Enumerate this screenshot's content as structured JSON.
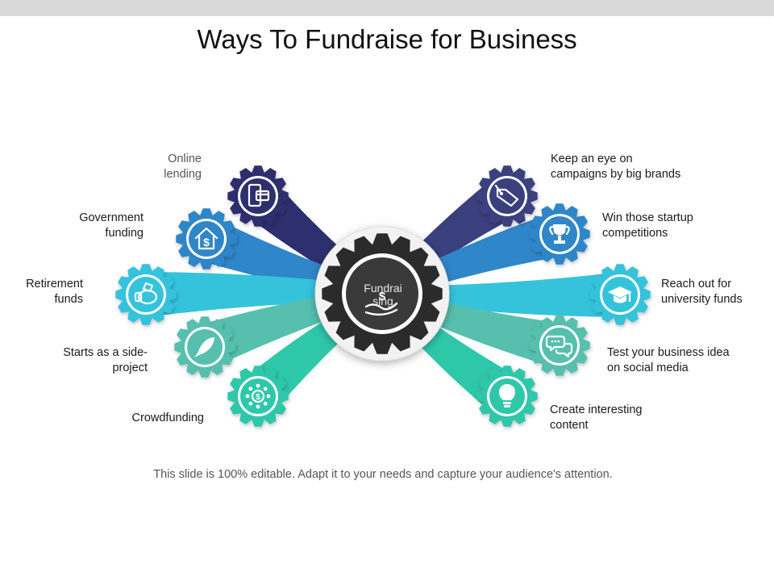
{
  "title": "Ways To Fundraise for Business",
  "center": {
    "label": "Fundrai\nsing",
    "icon": "dollar-hand-icon"
  },
  "left_items": [
    {
      "label": "Online\nlending",
      "icon": "mobile-payment-icon",
      "color": "#2e2f6e"
    },
    {
      "label": "Government\nfunding",
      "icon": "dollar-house-icon",
      "color": "#2f86c9"
    },
    {
      "label": "Retirement\nfunds",
      "icon": "piggy-bank-icon",
      "color": "#35c3dc"
    },
    {
      "label": "Starts as a side-\nproject",
      "icon": "rocket-icon",
      "color": "#56bfae"
    },
    {
      "label": "Crowdfunding",
      "icon": "crowd-dollar-icon",
      "color": "#2ec7a9"
    }
  ],
  "right_items": [
    {
      "label": "Keep an eye on\ncampaigns by big brands",
      "icon": "price-tag-icon",
      "color": "#3a3f7e"
    },
    {
      "label": "Win those startup\ncompetitions",
      "icon": "trophy-icon",
      "color": "#2f86c9"
    },
    {
      "label": "Reach out for\nuniversity funds",
      "icon": "graduation-cap-icon",
      "color": "#35c3dc"
    },
    {
      "label": "Test your business idea\non social media",
      "icon": "chat-bubbles-icon",
      "color": "#56bfae"
    },
    {
      "label": "Create interesting\ncontent",
      "icon": "light-bulb-icon",
      "color": "#2ec7a9"
    }
  ],
  "footer": "This slide is 100% editable. Adapt it to your needs and capture your audience's attention."
}
